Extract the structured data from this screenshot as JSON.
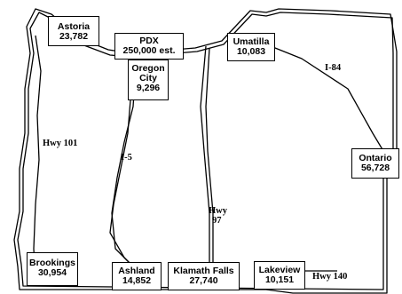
{
  "colors": {
    "ink": "#000000",
    "background": "#ffffff"
  },
  "cities": {
    "astoria": {
      "name": "Astoria",
      "population": "23,782"
    },
    "pdx": {
      "name": "PDX",
      "population": "250,000 est."
    },
    "oregon_city": {
      "name_line1": "Oregon",
      "name_line2": "City",
      "population": "9,296"
    },
    "umatilla": {
      "name": "Umatilla",
      "population": "10,083"
    },
    "ontario": {
      "name": "Ontario",
      "population": "56,728"
    },
    "brookings": {
      "name": "Brookings",
      "population": "30,954"
    },
    "ashland": {
      "name": "Ashland",
      "population": "14,852"
    },
    "klamath_falls": {
      "name": "Klamath Falls",
      "population": "27,740"
    },
    "lakeview": {
      "name": "Lakeview",
      "population": "10,151"
    }
  },
  "roads": {
    "hwy101": "Hwy 101",
    "i5": "I-5",
    "hwy97_line1": "Hwy",
    "hwy97_line2": "97",
    "i84": "I-84",
    "hwy140": "Hwy 140"
  }
}
